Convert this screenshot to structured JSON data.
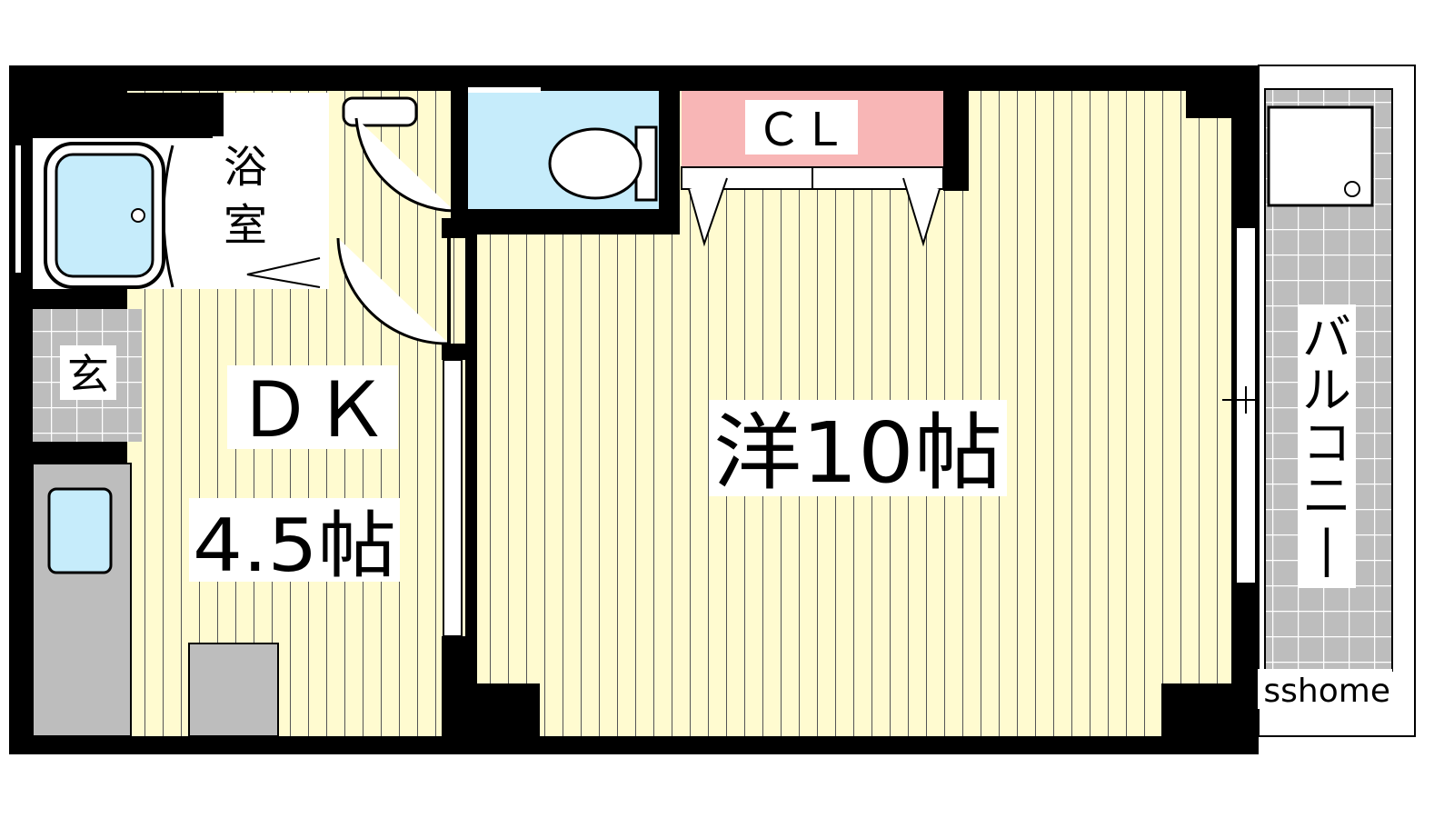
{
  "labels": {
    "bath": "浴室",
    "closet": "ＣＬ",
    "entrance": "玄",
    "dk_name": "ＤＫ",
    "dk_size": "4.5帖",
    "western_room": "洋10帖",
    "balcony": "バルコニー",
    "watermark": "sshome"
  },
  "colors": {
    "wall": "#000000",
    "floor_wood": "#fffbd0",
    "floor_line": "#555555",
    "bath_fill": "#c6ecfb",
    "toilet_room": "#c6ecfb",
    "closet": "#f8b6b6",
    "tile_bg": "#bdbdbd",
    "tile_line": "#ffffff",
    "kitchen": "#bdbdbd"
  }
}
